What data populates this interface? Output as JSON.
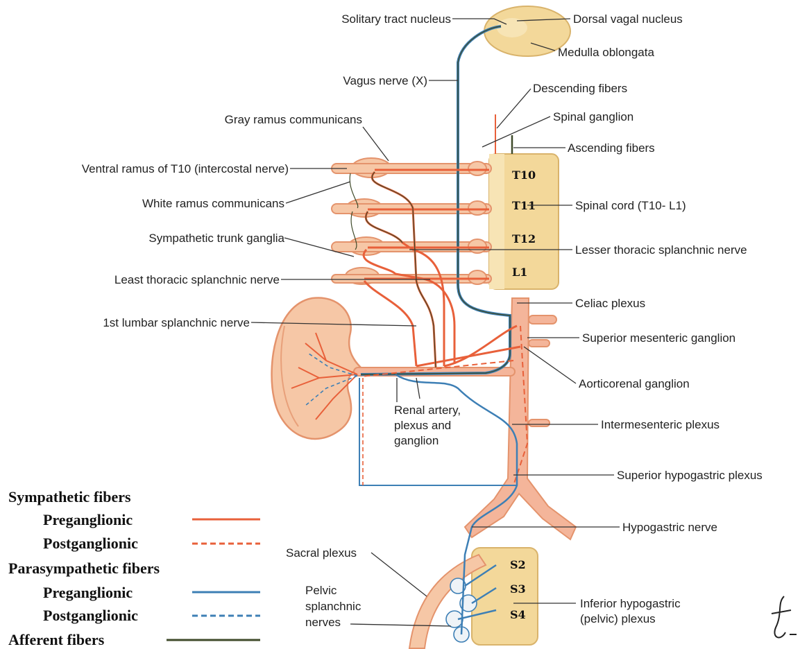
{
  "labels": {
    "solitary_tract_nucleus": "Solitary tract nucleus",
    "dorsal_vagal_nucleus": "Dorsal vagal nucleus",
    "medulla_oblongata": "Medulla oblongata",
    "vagus_nerve": "Vagus nerve (X)",
    "descending_fibers": "Descending fibers",
    "gray_ramus": "Gray ramus communicans",
    "spinal_ganglion": "Spinal ganglion",
    "ascending_fibers": "Ascending fibers",
    "ventral_ramus": "Ventral ramus of T10 (intercostal nerve)",
    "white_ramus": "White ramus communicans",
    "spinal_cord": "Spinal cord (T10- L1)",
    "sympathetic_trunk": "Sympathetic trunk ganglia",
    "lesser_splanchnic": "Lesser thoracic splanchnic nerve",
    "least_splanchnic": "Least thoracic splanchnic nerve",
    "celiac_plexus": "Celiac plexus",
    "first_lumbar": "1st lumbar splanchnic nerve",
    "superior_mesenteric": "Superior mesenteric ganglion",
    "aorticorenal": "Aorticorenal ganglion",
    "renal_line1": "Renal artery,",
    "renal_line2": "plexus and",
    "renal_line3": "ganglion",
    "intermesenteric": "Intermesenteric plexus",
    "superior_hypogastric": "Superior hypogastric plexus",
    "hypogastric_nerve": "Hypogastric nerve",
    "sacral_plexus": "Sacral plexus",
    "pelvic_line1": "Pelvic",
    "pelvic_line2": "splanchnic",
    "pelvic_line3": "nerves",
    "inferior_line1": "Inferior hypogastric",
    "inferior_line2": "(pelvic) plexus"
  },
  "segments": {
    "t10": "T10",
    "t11": "T11",
    "t12": "T12",
    "l1": "L1",
    "s2": "S2",
    "s3": "S3",
    "s4": "S4"
  },
  "legend": {
    "sympathetic": "Sympathetic fibers",
    "sym_pre": "Preganglionic",
    "sym_post": "Postganglionic",
    "parasympathetic": "Parasympathetic fibers",
    "para_pre": "Preganglionic",
    "para_post": "Postganglionic",
    "afferent": "Afferent fibers"
  },
  "colors": {
    "sympathetic": "#e8603a",
    "parasympathetic": "#3d7fb5",
    "afferent": "#3f4a2a",
    "tissue": "#f6c7a6",
    "spinal_cord": "#f3d89a",
    "artery": "#f4b59a"
  },
  "icon": "signature-mark-icon"
}
